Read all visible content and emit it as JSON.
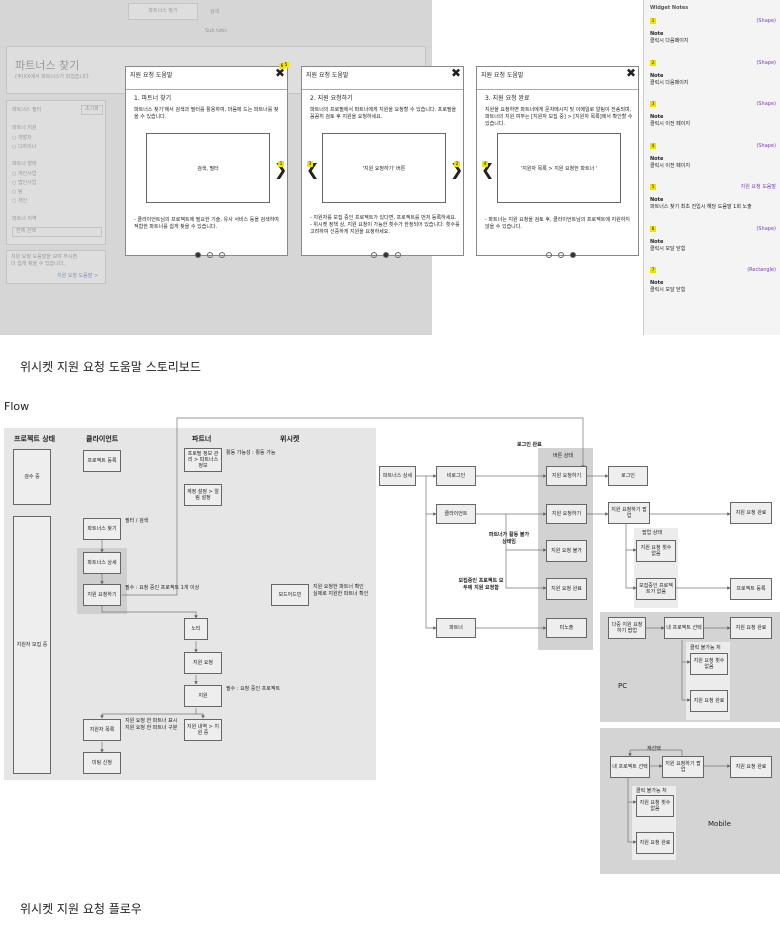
{
  "storyboard": {
    "bg_tab_left": "파트너스 찾기",
    "bg_tab_right": "검색",
    "bg_subtab": "Sub tabs",
    "bg_title": "파트너스 찾기",
    "bg_subtitle": "(주)XX에서 파트너스가 되었습니다.",
    "bg_filter_title": "파트너스 필터",
    "bg_filter_btn": "초기화",
    "bg_group1": "파트너 지원",
    "bg_opt1": "개발자",
    "bg_opt2": "디자이너",
    "bg_group2": "파트너 형태",
    "bg_opt3": "개인사업",
    "bg_opt4": "법인사업",
    "bg_opt5": "팀",
    "bg_opt6": "개인",
    "bg_group3": "파트너 지역",
    "bg_select": "전체 선택",
    "bg_help_text": "지원 요청 도움말을 보여 주시면 더 쉽게 찾을 수 있습니다.",
    "bg_help_link": "지원 요청 도움말 >",
    "modals": [
      {
        "title": "지원 요청 도움말",
        "heading": "1. 파트너 찾기",
        "body": "파트너스 찾기'에서 검색과 필터를 활용하여, 마음에 드는 파트너를 찾을 수 있습니다.",
        "placeholder": "검색, 필터",
        "footer": "- 클라이언트님의 프로젝트에 필요한 기술, 유사 서비스 등을 검색하여 적합한 파트너를 쉽게 찾을 수 있습니다."
      },
      {
        "title": "지원 요청 도움말",
        "heading": "2. 지원 요청하기",
        "body": "파트너의 프로필에서 파트너에게 지원을 요청할 수 있습니다. 프로필을 꼼꼼히 검토 후 지원을 요청하세요.",
        "placeholder": "'지원 요청하기' 버튼",
        "footer": "- 지원자를 모집 중인 프로젝트가 있다면, 프로젝트를 먼저 등록하세요.\n- 위시켓 정책 상, 지원 요청이 가능한 횟수가 한정되어 있습니다. 횟수를 고려하여 신중하게 지원을 요청하세요."
      },
      {
        "title": "지원 요청 도움말",
        "heading": "3. 지원 요청 완료",
        "body": "지원을 요청하면 파트너에게 문자메시지 및 이메일로 알림이 전송되며, 파트너의 지원 여부는 [지원자 모집 중] > [지원자 목록]에서 확인할 수 있습니다.",
        "placeholder": "'지원자 목록 > 지원 요청한 파트너 '",
        "footer": "- 파트너는 지원 요청을 검토 후, 클라이언트님의 프로젝트에 지원하지 않을 수 있습니다."
      }
    ],
    "caption": "위시켓 지원 요청 도움말 스토리보드"
  },
  "notes": {
    "title": "Widget Notes",
    "items": [
      {
        "num": "1",
        "kind": "(Shape)",
        "label": "Note",
        "text": "클릭시 다음페이지"
      },
      {
        "num": "2",
        "kind": "(Shape)",
        "label": "Note",
        "text": "클릭시 다음페이지"
      },
      {
        "num": "3",
        "kind": "(Shape)",
        "label": "Note",
        "text": "클릭시 이전 페이지"
      },
      {
        "num": "4",
        "kind": "(Shape)",
        "label": "Note",
        "text": "클릭시 이전 페이지"
      },
      {
        "num": "5",
        "kind": "지원 요청 도움말",
        "label": "Note",
        "text": "파트너스 찾기 최초 진입시 해당 도움말 1회 노출"
      },
      {
        "num": "6",
        "kind": "(Shape)",
        "label": "Note",
        "text": "클릭시 모달 닫힘"
      },
      {
        "num": "7",
        "kind": "(Rectangle)",
        "label": "Note",
        "text": "클릭시 모달 닫힘"
      }
    ]
  },
  "flow": {
    "title": "Flow",
    "col_project": "프로젝트 상태",
    "col_client": "클라이언트",
    "col_partner": "파트너",
    "col_wishket": "위시켓",
    "n_review": "검수 중",
    "n_recruit": "지원자 모집 중",
    "n_proj_reg": "프로젝트 등록",
    "n_partner_find": "파트너스 찾기",
    "n_partner_detail": "파트너스 상세",
    "n_request": "지원 요청하기",
    "n_profile": "프로필 정보 관리 > 파트너스 정보",
    "n_account": "계정 설정 > 알림 설정",
    "n_admin": "보드어드민",
    "n_notice": "노티",
    "n_req_support": "지원 요청",
    "n_apply": "지원",
    "n_applicant_list": "지원자 목록",
    "n_my_history": "지원 내역 > 지원 중",
    "n_meeting": "미팅 신청",
    "l_active": "활동 가능성 : 활동 가능",
    "l_filter": "필터 / 검색",
    "l_must": "필수 : 요청 중인 프로젝트 1개 이상",
    "l_admin_note1": "지원 요청한 파트너 확인",
    "l_admin_note2": "실제로 지원한 파트너 확인",
    "l_must2": "필수 : 요청 중인 프로젝트",
    "l_list1": "지원 요청 한 파트너 표시",
    "l_list2": "지원 요청 한 파트너 구분",
    "r_login_done": "로그인 완료",
    "r_button_state": "버튼 상태",
    "r_partner_detail": "파트너스 상세",
    "r_non_login": "비로그인",
    "r_client": "클라이언트",
    "r_partner": "파트너",
    "r_btn1": "지원 요청하기",
    "r_btn2": "지원 요청하기",
    "r_btn3": "지원 요청 불가",
    "r_btn4": "지원 요청 완료",
    "r_btn5": "미노출",
    "r_login": "로그인",
    "r_popup": "지원 요청하기 팝업",
    "r_req_done1": "지원 요청 완료",
    "r_popup_state": "팝업 상태",
    "r_no_count": "지원 요청 횟수 없음",
    "r_no_proj": "모집중인 프로젝트가 없음",
    "r_proj_reg": "프로젝트 등록",
    "r_inactive": "파트너가 활동 불가 상태임",
    "r_recruit_all": "모집중인 프로젝트 모두에 지원 요청함",
    "pc_multi_popup": "다중 지원 요청하기 팝업",
    "pc_my_proj": "내 프로젝트 선택",
    "pc_req_done": "지원 요청 완료",
    "pc_click_fail": "클릭 불가능 처",
    "pc_no_count": "지원 요청 횟수 없음",
    "pc_req_done2": "지원 요청 완료",
    "pc_label": "PC",
    "m_reselect": "재선택",
    "m_my_proj": "내 프로젝트 선택",
    "m_popup": "지원 요청하기 팝업",
    "m_req_done": "지원 요청 완료",
    "m_click_fail": "클릭 불가능 처",
    "m_no_count": "지원 요청 횟수 없음",
    "m_req_done2": "지원 요청 완료",
    "m_label": "Mobile",
    "caption": "위시켓 지원 요청 플로우"
  }
}
